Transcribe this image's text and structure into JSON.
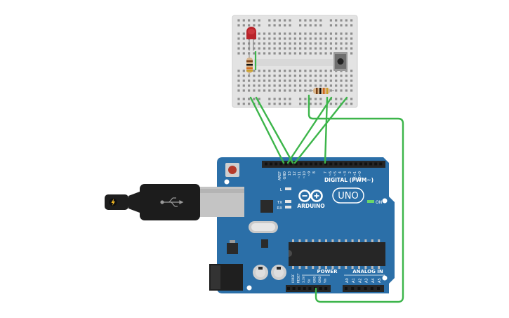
{
  "board": {
    "brand": "ARDUINO",
    "model": "UNO",
    "on_label": "ON",
    "digital_header": "DIGITAL (PWM~)",
    "power_header": "POWER",
    "analog_header": "ANALOG IN",
    "led_labels": [
      "L",
      "TX",
      "RX"
    ],
    "digital_pins": [
      "AREF",
      "GND",
      "13",
      "12",
      "~11",
      "~10",
      "~9",
      "8",
      "7",
      "~6",
      "~5",
      "4",
      "~3",
      "2",
      "TX→1",
      "RX←0"
    ],
    "power_pins": [
      "IOREF",
      "RESET",
      "3.3V",
      "5V",
      "GND",
      "GND",
      "Vin"
    ],
    "analog_pins": [
      "A0",
      "A1",
      "A2",
      "A3",
      "A4",
      "A5"
    ]
  },
  "colors": {
    "board": "#2b6fa8",
    "wire": "#3cb54a",
    "breadboard": "#e2e2e2",
    "led": "#c0272d",
    "usb": "#c4c4c4",
    "header": "#262626"
  }
}
